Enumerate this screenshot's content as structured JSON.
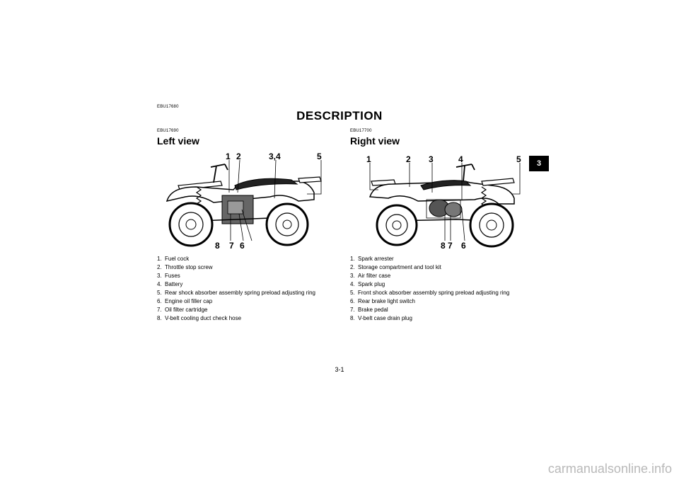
{
  "page": {
    "code": "EBU17680",
    "title": "DESCRIPTION",
    "chapter_tab": "3",
    "page_number": "3-1",
    "watermark": "carmanualsonline.info"
  },
  "left": {
    "code": "EBU17690",
    "title": "Left view",
    "callouts": {
      "c1": "1",
      "c2": "2",
      "c34": "3,4",
      "c5": "5",
      "c8": "8",
      "c7": "7",
      "c6": "6"
    },
    "items": [
      {
        "num": "1.",
        "text": "Fuel cock"
      },
      {
        "num": "2.",
        "text": "Throttle stop screw"
      },
      {
        "num": "3.",
        "text": "Fuses"
      },
      {
        "num": "4.",
        "text": "Battery"
      },
      {
        "num": "5.",
        "text": "Rear shock absorber assembly spring preload adjusting ring"
      },
      {
        "num": "6.",
        "text": "Engine oil filler cap"
      },
      {
        "num": "7.",
        "text": "Oil filter cartridge"
      },
      {
        "num": "8.",
        "text": "V-belt cooling duct check hose"
      }
    ]
  },
  "right": {
    "code": "EBU17700",
    "title": "Right view",
    "callouts": {
      "c1": "1",
      "c2": "2",
      "c3": "3",
      "c4": "4",
      "c5": "5",
      "c87": "8 7",
      "c6": "6"
    },
    "items": [
      {
        "num": "1.",
        "text": "Spark arrester"
      },
      {
        "num": "2.",
        "text": "Storage compartment and tool kit"
      },
      {
        "num": "3.",
        "text": "Air filter case"
      },
      {
        "num": "4.",
        "text": "Spark plug"
      },
      {
        "num": "5.",
        "text": "Front shock absorber assembly spring preload adjusting ring"
      },
      {
        "num": "6.",
        "text": "Rear brake light switch"
      },
      {
        "num": "7.",
        "text": "Brake pedal"
      },
      {
        "num": "8.",
        "text": "V-belt case drain plug"
      }
    ]
  }
}
